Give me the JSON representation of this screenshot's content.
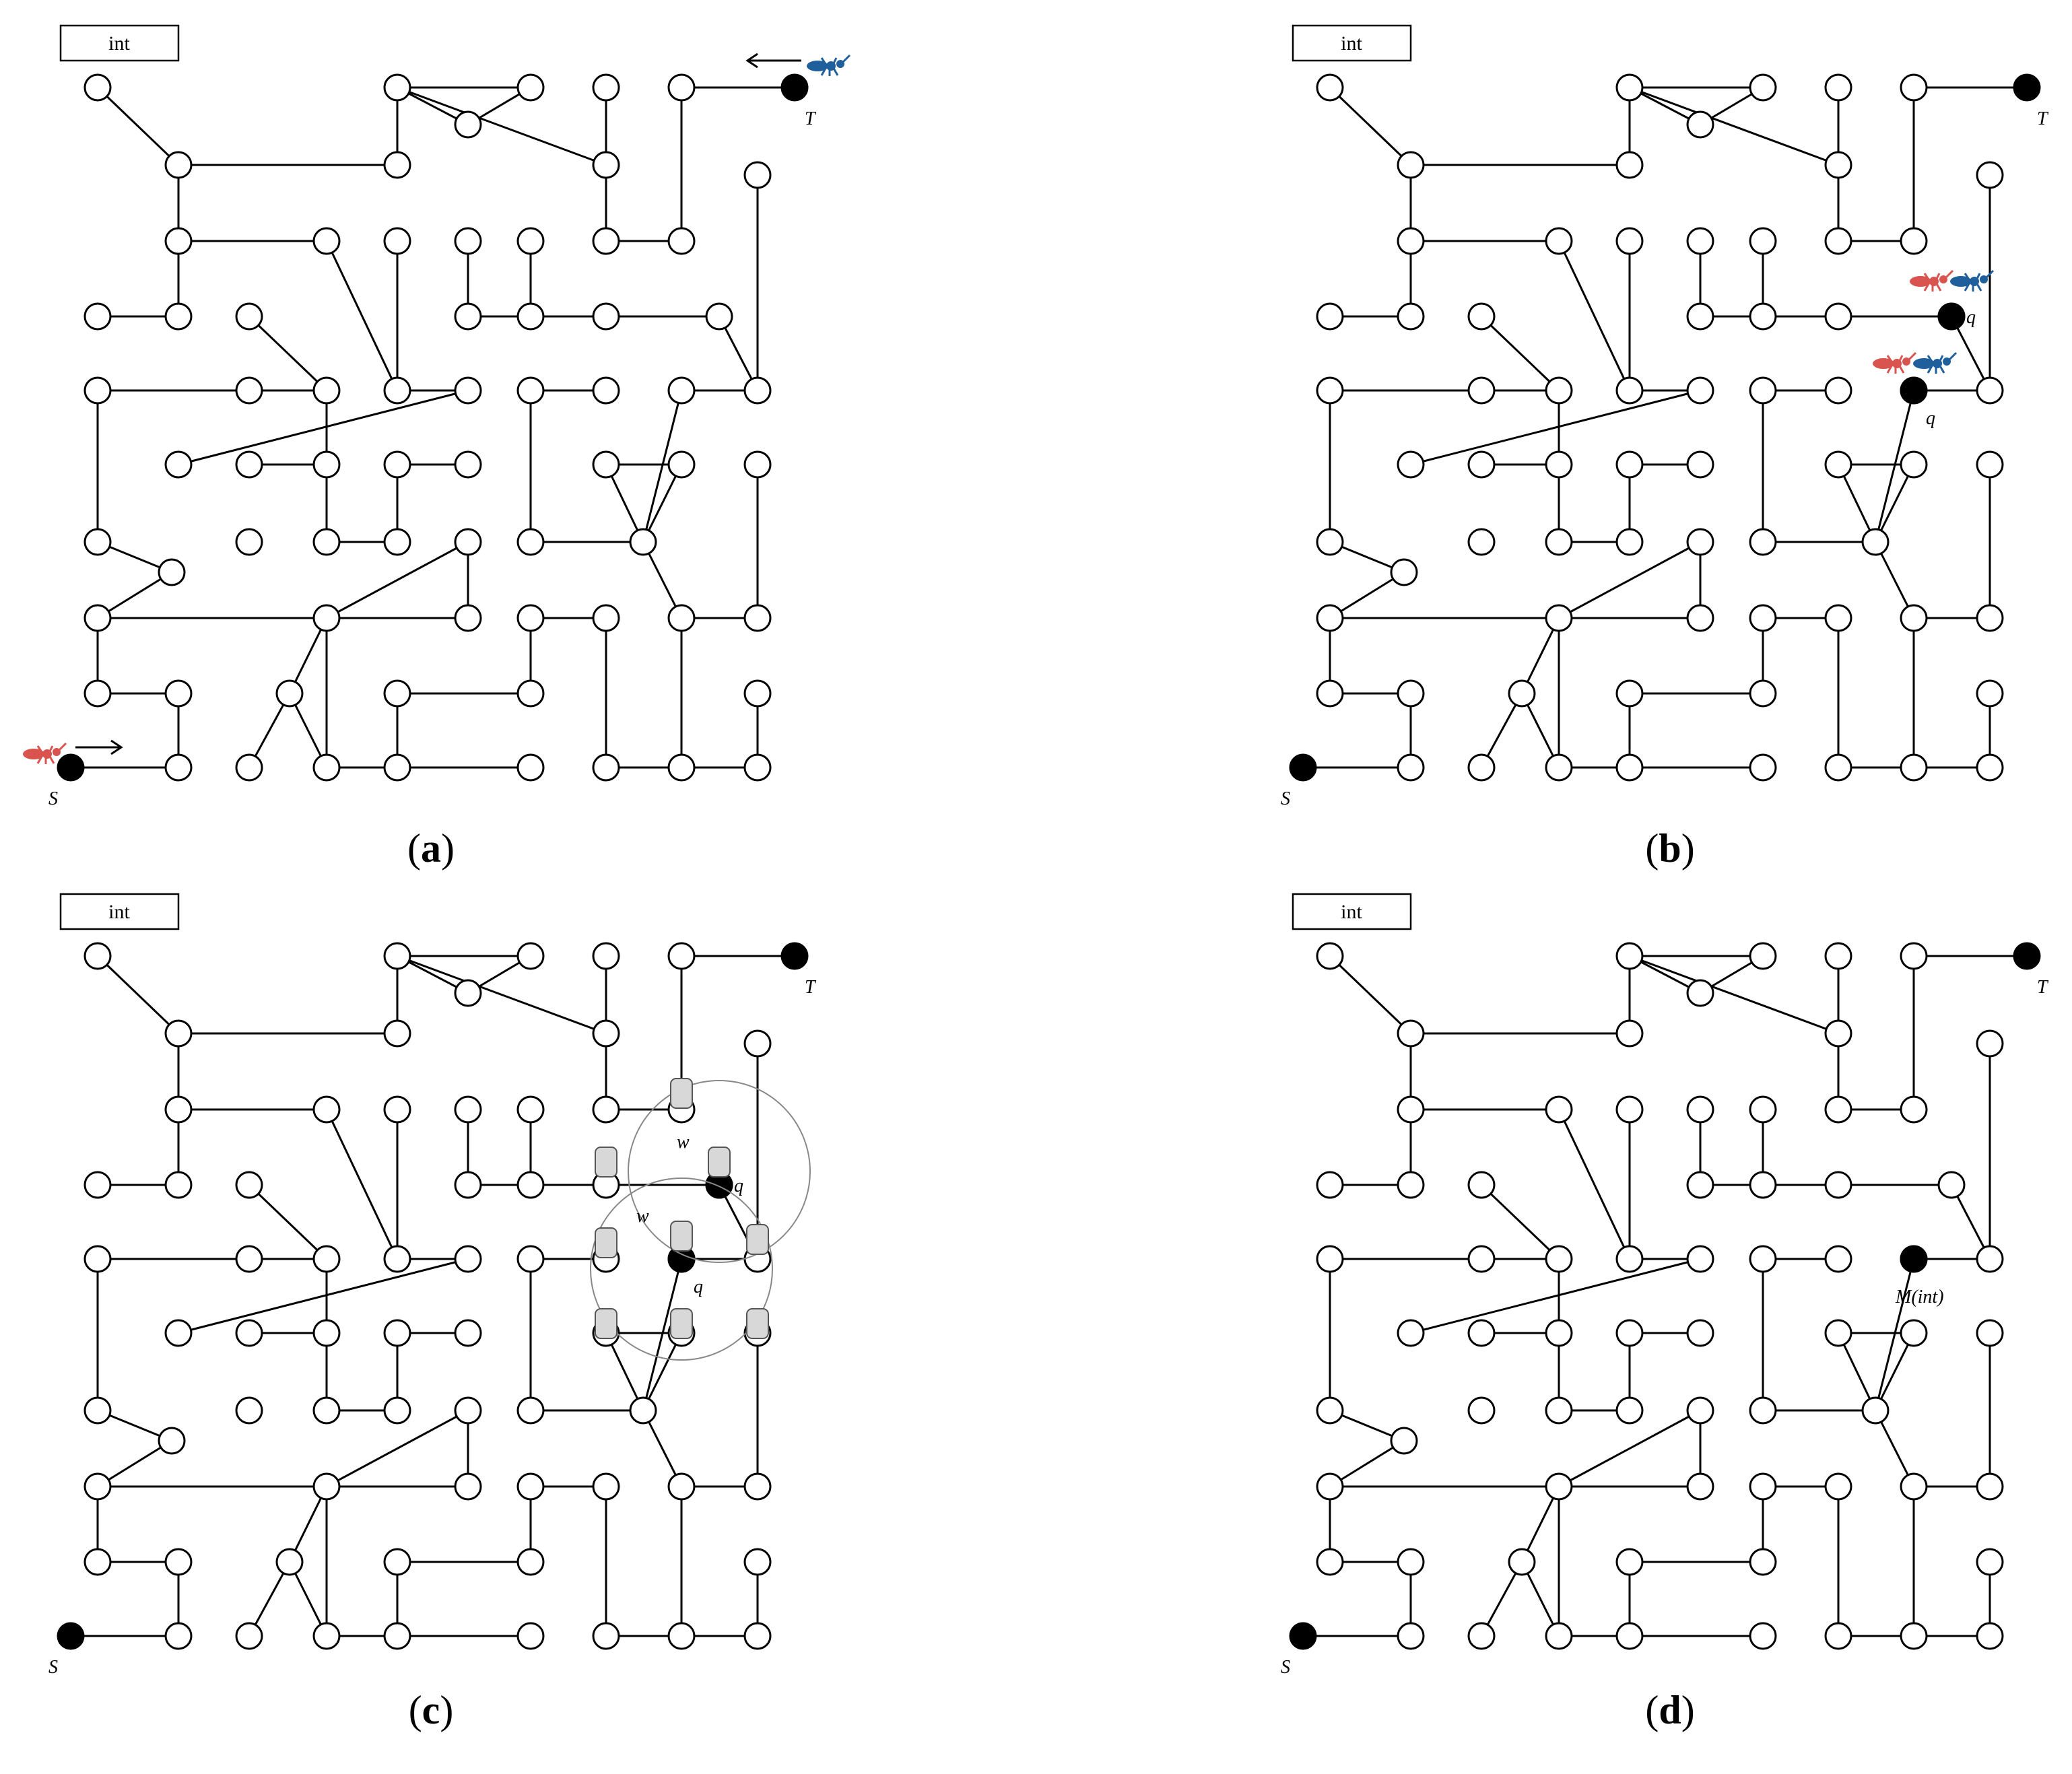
{
  "panels": [
    {
      "id": "a",
      "caption": "a",
      "box_label": "int",
      "source_label": "S",
      "target_label": "T",
      "marker_labels": []
    },
    {
      "id": "b",
      "caption": "b",
      "box_label": "int",
      "source_label": "S",
      "target_label": "T",
      "marker_labels": [
        "q",
        "q"
      ]
    },
    {
      "id": "c",
      "caption": "c",
      "box_label": "int",
      "source_label": "S",
      "target_label": "T",
      "marker_labels": [
        "q",
        "q"
      ],
      "zone_labels": [
        "w",
        "w"
      ]
    },
    {
      "id": "d",
      "caption": "d",
      "box_label": "int",
      "source_label": "S",
      "target_label": "T",
      "marker_labels": [
        "M(int)"
      ]
    }
  ],
  "colors": {
    "ant_red": "#d9534f",
    "ant_blue": "#1f5f9c",
    "node_fill": "#ffffff",
    "node_stroke": "#000000"
  }
}
